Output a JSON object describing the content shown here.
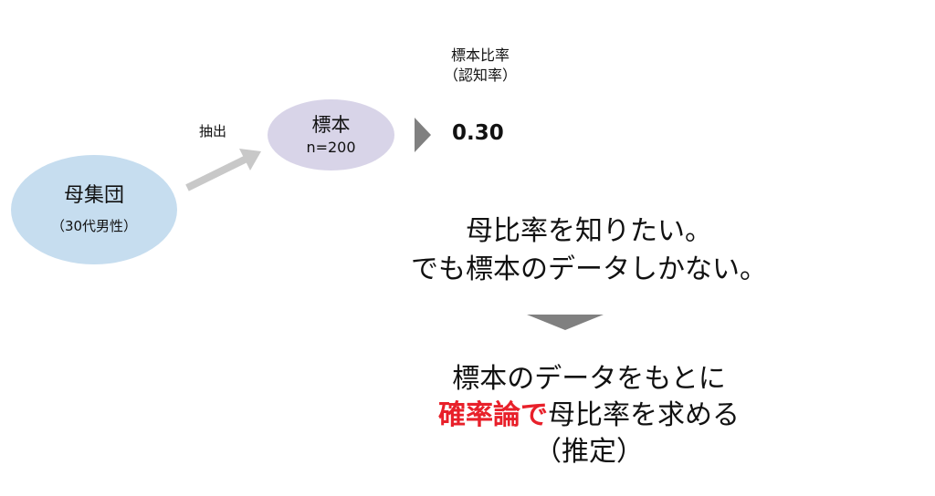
{
  "population": {
    "label": "母集団",
    "sublabel": "（30代男性）"
  },
  "extract_label": "抽出",
  "sample": {
    "label": "標本",
    "sublabel": "n=200"
  },
  "sample_ratio": {
    "label_line1": "標本比率",
    "label_line2": "（認知率）",
    "value": "0.30"
  },
  "message_top": {
    "line1": "母比率を知りたい。",
    "line2": "でも標本のデータしかない。"
  },
  "message_bottom": {
    "line1": "標本のデータをもとに",
    "line2_highlight": "確率論で",
    "line2_rest": "母比率を求める",
    "line3": "（推定）"
  },
  "colors": {
    "population_fill": "#c6ddef",
    "sample_fill": "#d8d4e8",
    "arrow_gray": "#c8c8c8",
    "triangle_gray": "#808080",
    "highlight_red": "#e8202a"
  }
}
